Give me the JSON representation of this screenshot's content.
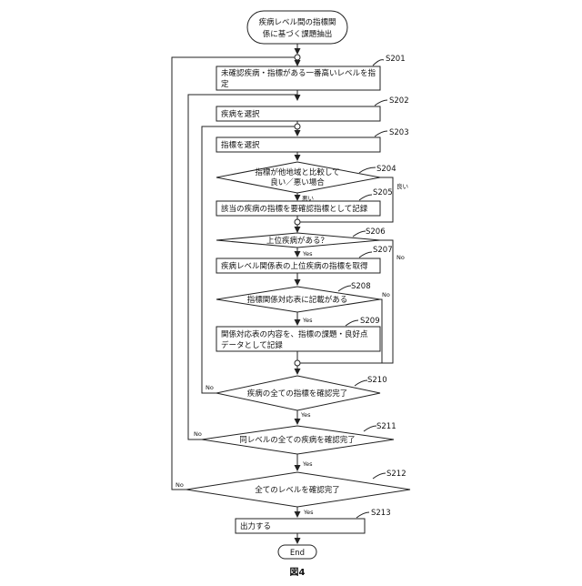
{
  "start": {
    "line1": "疾病レベル間の指標関",
    "line2": "係に基づく課題抽出"
  },
  "steps": {
    "s201": {
      "id": "S201",
      "line1": "未確認疾病・指標がある一番高いレベルを指",
      "line2": "定"
    },
    "s202": {
      "id": "S202",
      "text": "疾病を選択"
    },
    "s203": {
      "id": "S203",
      "text": "指標を選択"
    },
    "s204": {
      "id": "S204",
      "line1": "指標が他地域と比較して",
      "line2": "良い／悪い場合"
    },
    "s205": {
      "id": "S205",
      "text": "該当の疾病の指標を要確認指標として記録"
    },
    "s206": {
      "id": "S206",
      "text": "上位疾病がある？"
    },
    "s207": {
      "id": "S207",
      "text": "疾病レベル関係表の上位疾病の指標を取得"
    },
    "s208": {
      "id": "S208",
      "text": "指標関係対応表に記載がある"
    },
    "s209": {
      "id": "S209",
      "line1": "関係対応表の内容を、指標の課題・良好点",
      "line2": "データとして記録"
    },
    "s210": {
      "id": "S210",
      "text": "疾病の全ての指標を確認完了"
    },
    "s211": {
      "id": "S211",
      "text": "同レベルの全ての疾病を確認完了"
    },
    "s212": {
      "id": "S212",
      "text": "全てのレベルを確認完了"
    },
    "s213": {
      "id": "S213",
      "text": "出力する"
    }
  },
  "labels": {
    "bad": "悪い",
    "good": "良い",
    "yes": "Yes",
    "no": "No"
  },
  "end": "End",
  "caption": "図4"
}
